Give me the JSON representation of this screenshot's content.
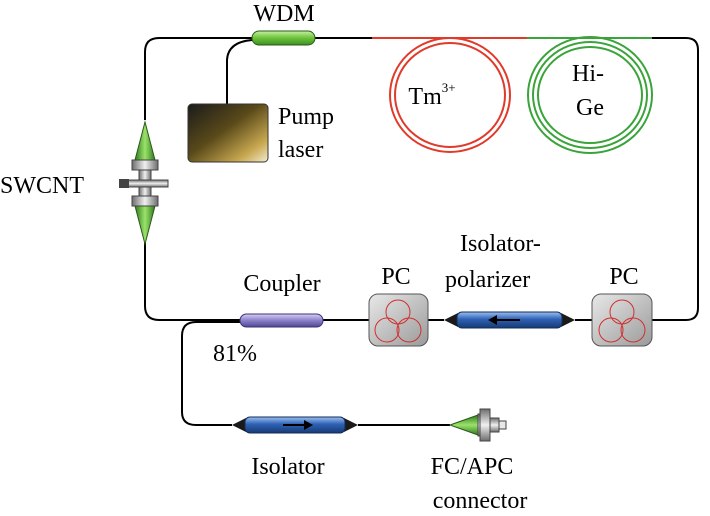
{
  "labels": {
    "wdm": "WDM",
    "pump_line1": "Pump",
    "pump_line2": "laser",
    "tm_base": "Tm",
    "tm_sup": "3+",
    "hige_line1": "Hi-",
    "hige_line2": "Ge",
    "swcnt": "SWCNT",
    "coupler": "Coupler",
    "coupler_pct": "81%",
    "pc_left": "PC",
    "pc_right": "PC",
    "isolator_polarizer_line1": "Isolator-",
    "isolator_polarizer_line2": "polarizer",
    "isolator": "Isolator",
    "fcapc_line1": "FC/APC",
    "fcapc_line2": "connector"
  },
  "colors": {
    "fiber": "#000000",
    "tm_fiber": "#e03a2a",
    "hige_fiber": "#3aa33a",
    "wdm_body": "#8fd35a",
    "swcnt_cone": "#5fbf3a",
    "coupler_body": "#8a7fc9",
    "isolator_body": "#2e62b5",
    "pc_box": "#c9c9c9",
    "pc_loop": "#d03030"
  }
}
